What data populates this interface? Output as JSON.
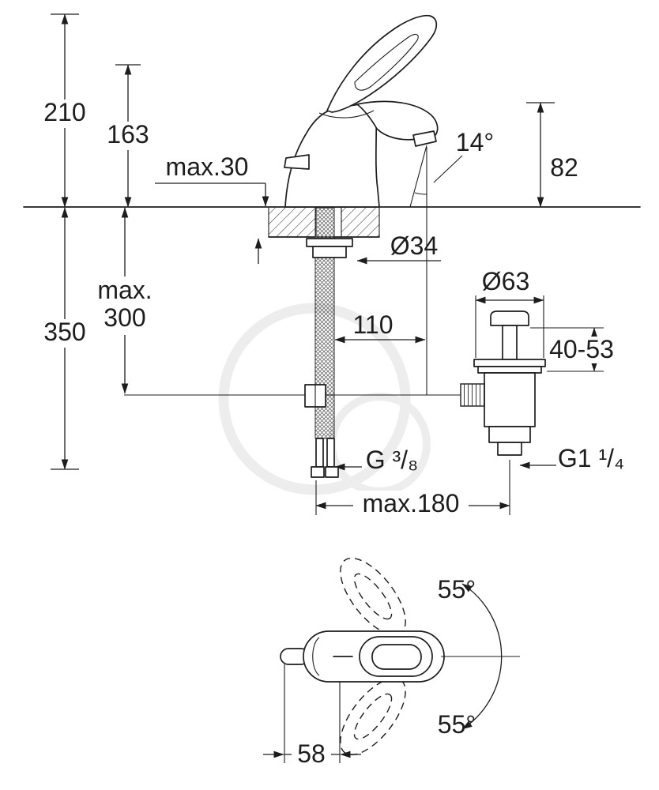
{
  "colors": {
    "line": "#1d1d1d",
    "background": "#ffffff",
    "watermark": "#ededed"
  },
  "side_view": {
    "dim_210": "210",
    "dim_163": "163",
    "dim_max30": "max.30",
    "dim_angle_spout": "14°",
    "dim_82": "82",
    "dim_dia34": "Ø34",
    "dim_max300_line1": "max.",
    "dim_max300_line2": "300",
    "dim_350": "350",
    "dim_110": "110",
    "dim_dia63": "Ø63",
    "dim_40_53": "40-53",
    "thread_hose": "G ³/₈",
    "thread_waste": "G1 ¹/₄",
    "dim_max180": "max.180"
  },
  "top_view": {
    "dim_angle_up": "55°",
    "dim_angle_down": "55°",
    "dim_58": "58"
  }
}
